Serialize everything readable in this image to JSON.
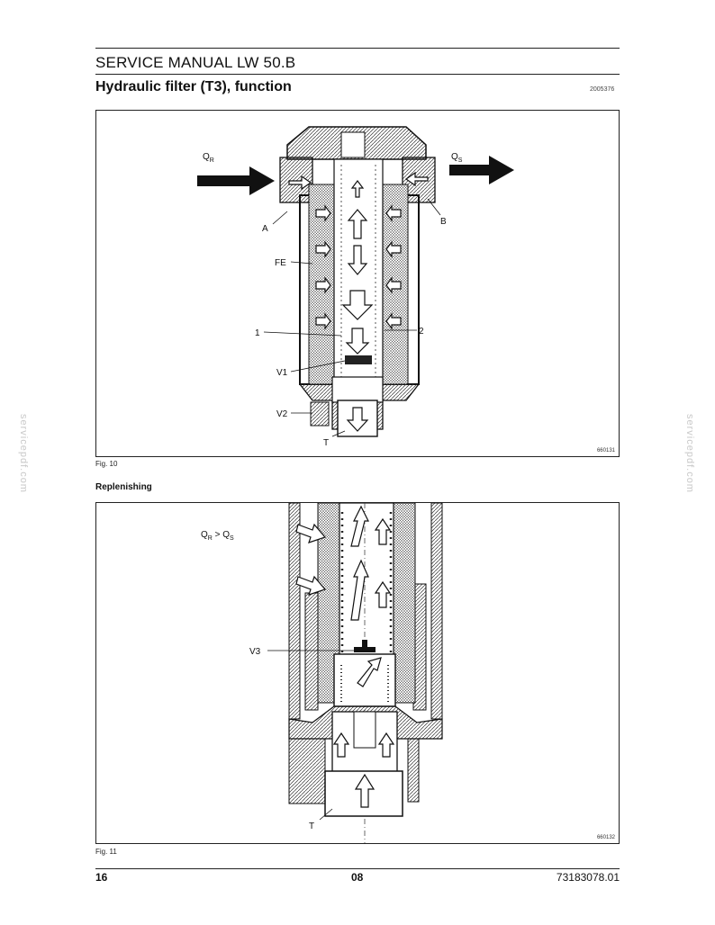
{
  "header": {
    "doc_title": "SERVICE MANUAL LW 50.B",
    "section_title": "Hydraulic filter (T3), function",
    "doc_code": "2005376"
  },
  "figure1": {
    "caption": "Fig. 10",
    "code": "660131",
    "labels": {
      "qr": "Q",
      "qr_sub": "R",
      "qs": "Q",
      "qs_sub": "S",
      "a": "A",
      "b": "B",
      "fe": "FE",
      "one": "1",
      "two": "2",
      "v1": "V1",
      "v2": "V2",
      "t": "T"
    }
  },
  "subheading": "Replenishing",
  "figure2": {
    "caption": "Fig. 11",
    "code": "660132",
    "labels": {
      "qr": "Q",
      "qr_sub": "R",
      "gt": " > ",
      "qs": "Q",
      "qs_sub": "S",
      "v3": "V3",
      "t": "T"
    }
  },
  "footer": {
    "page_number": "16",
    "chapter": "08",
    "doc_number": "73183078.01"
  },
  "watermark": "servicepdf.com"
}
